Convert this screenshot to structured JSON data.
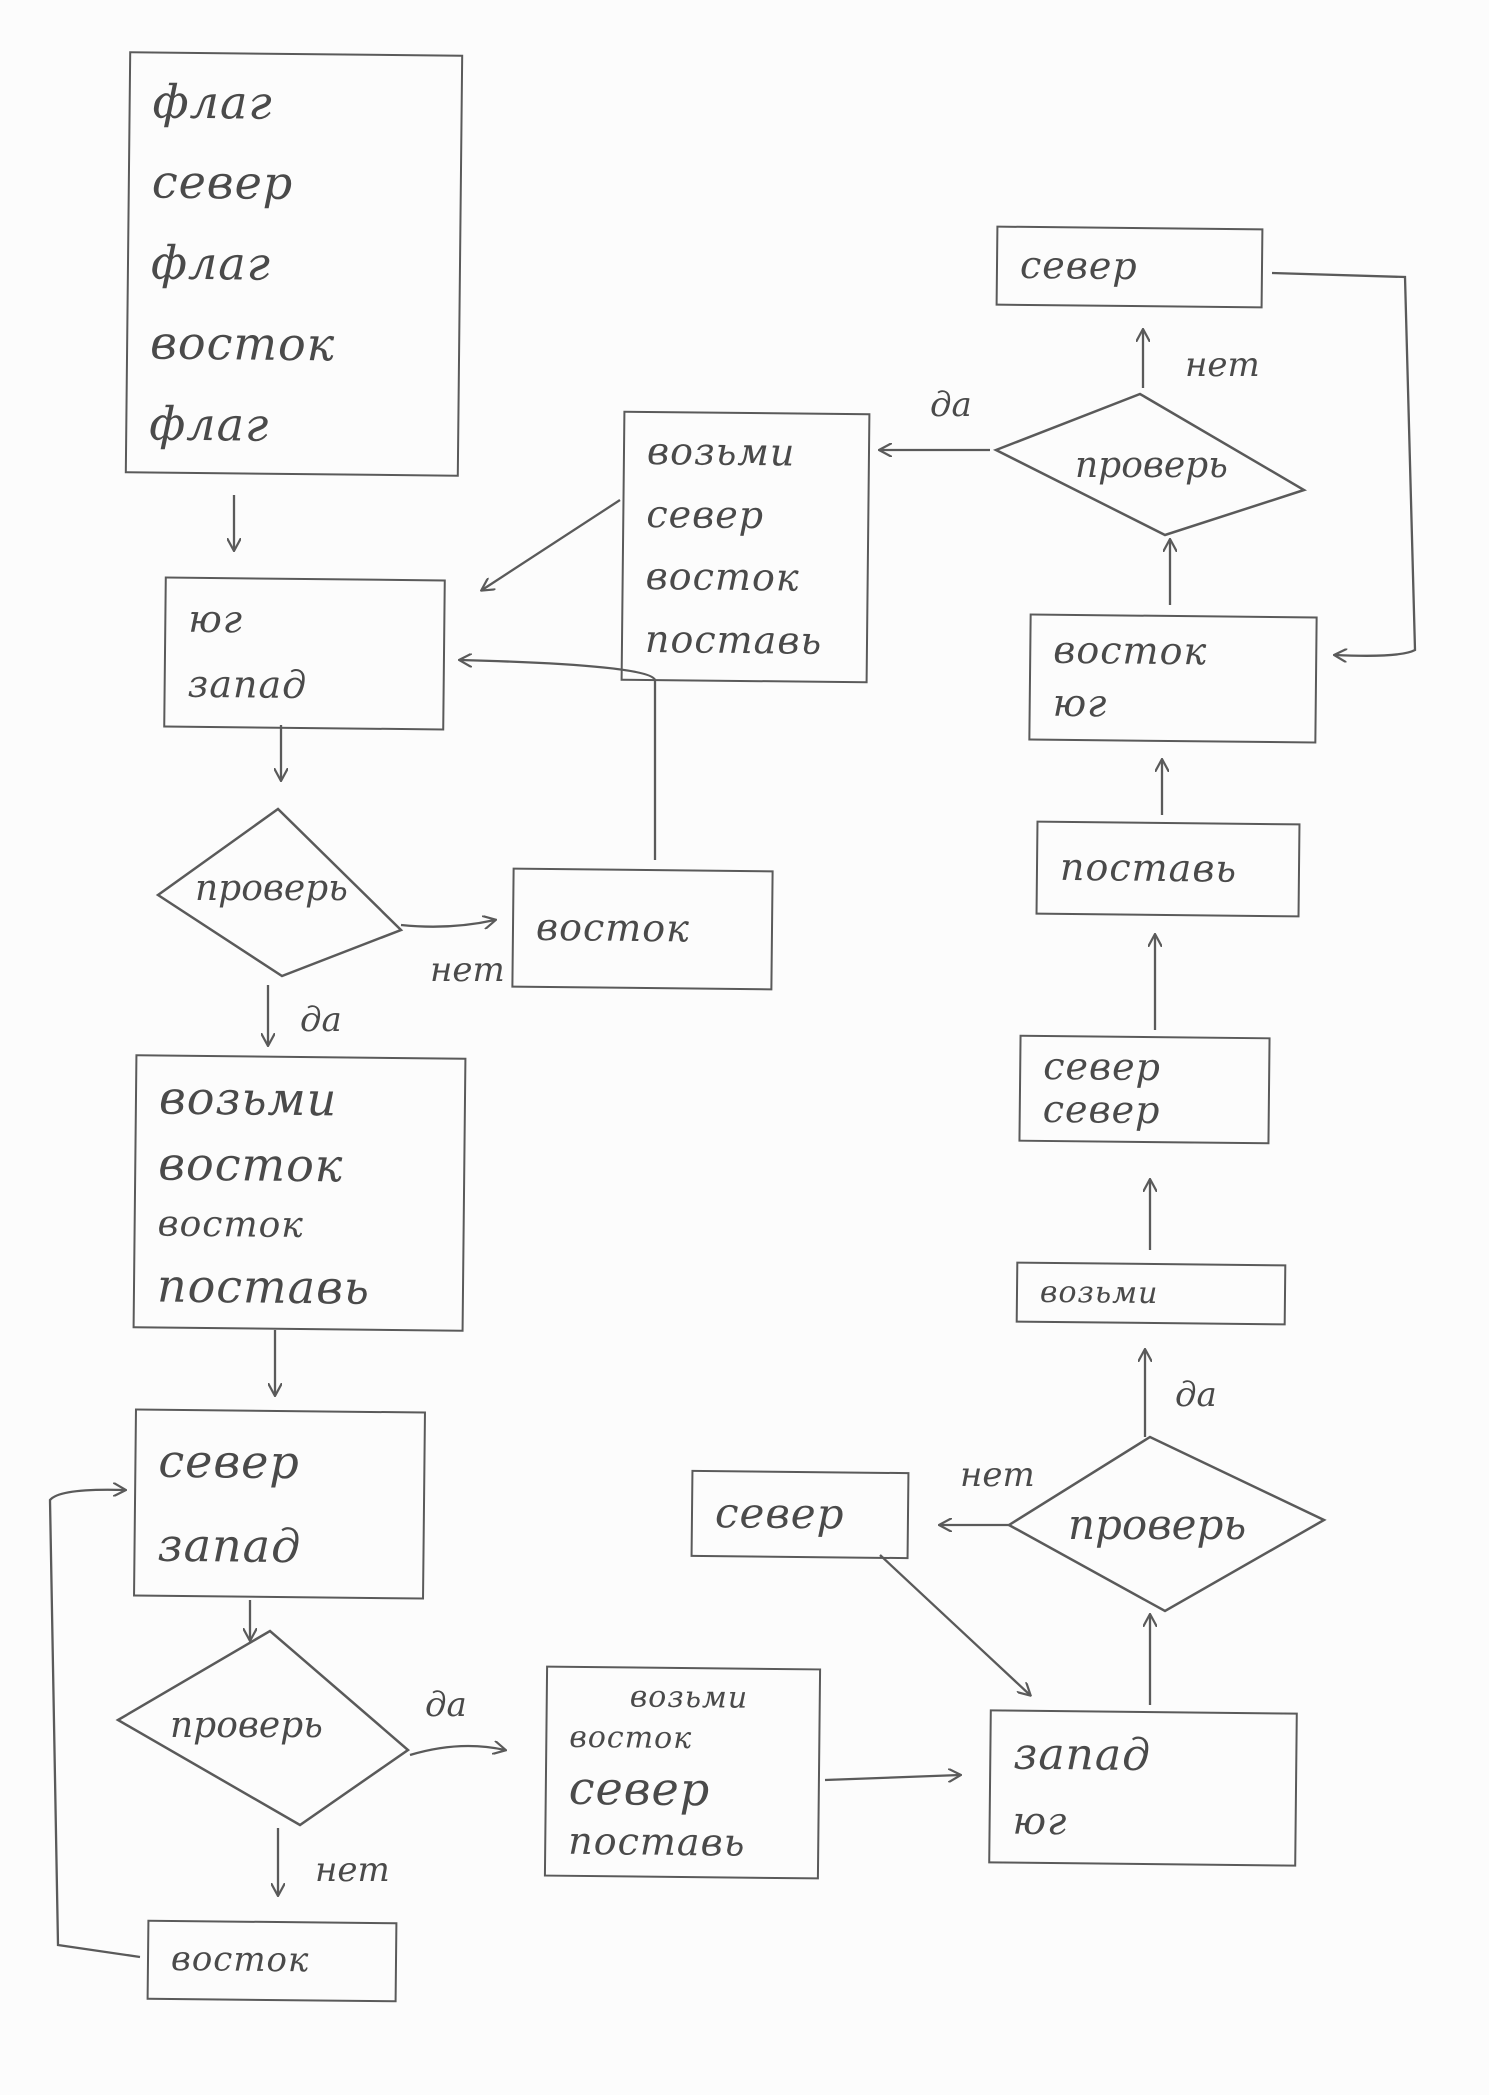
{
  "nodes": {
    "start": [
      "флаг",
      "север",
      "флаг",
      "восток",
      "флаг"
    ],
    "south_west_1": [
      "юг",
      "запад"
    ],
    "check_1": "проверь",
    "east_1": [
      "восток"
    ],
    "take_east_east_put": [
      "возьми",
      "восток",
      "восток",
      "поставь"
    ],
    "north_west": [
      "север",
      "запад"
    ],
    "check_2": "проверь",
    "east_2": [
      "восток"
    ],
    "take_east_north_put": [
      "возьми",
      "восток",
      "север",
      "поставь"
    ],
    "west_south": [
      "запад",
      "юг"
    ],
    "check_3": "проверь",
    "north_1": [
      "север"
    ],
    "take_1": [
      "возьми"
    ],
    "north_north": [
      "север",
      "север"
    ],
    "put_1": [
      "поставь"
    ],
    "east_south": [
      "восток",
      "юг"
    ],
    "check_4": "проверь",
    "north_2": [
      "север"
    ],
    "take_north_east_put": [
      "возьми",
      "север",
      "восток",
      "поставь"
    ]
  },
  "edge_labels": {
    "yes": "да",
    "no": "нет"
  },
  "colors": {
    "stroke": "#5a5a5a",
    "paper": "#fcfcfc"
  }
}
